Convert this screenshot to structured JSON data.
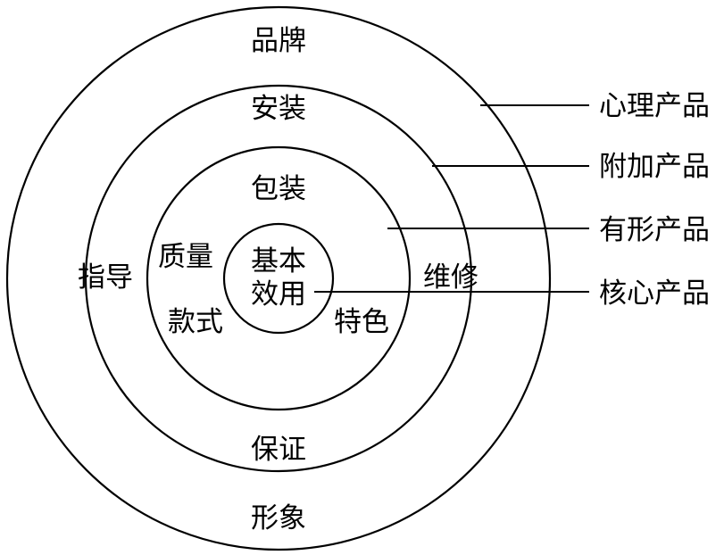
{
  "diagram": {
    "layers": [
      {
        "id": "psychological",
        "name": "心理产品",
        "items": [
          "品牌",
          "形象"
        ]
      },
      {
        "id": "augmented",
        "name": "附加产品",
        "items": [
          "安装",
          "指导",
          "维修",
          "保证"
        ]
      },
      {
        "id": "tangible",
        "name": "有形产品",
        "items": [
          "包装",
          "质量",
          "款式",
          "特色"
        ]
      },
      {
        "id": "core",
        "name": "核心产品",
        "items": [
          "基本",
          "效用"
        ]
      }
    ],
    "colors": {
      "stroke": "#000000",
      "background": "#ffffff"
    }
  }
}
